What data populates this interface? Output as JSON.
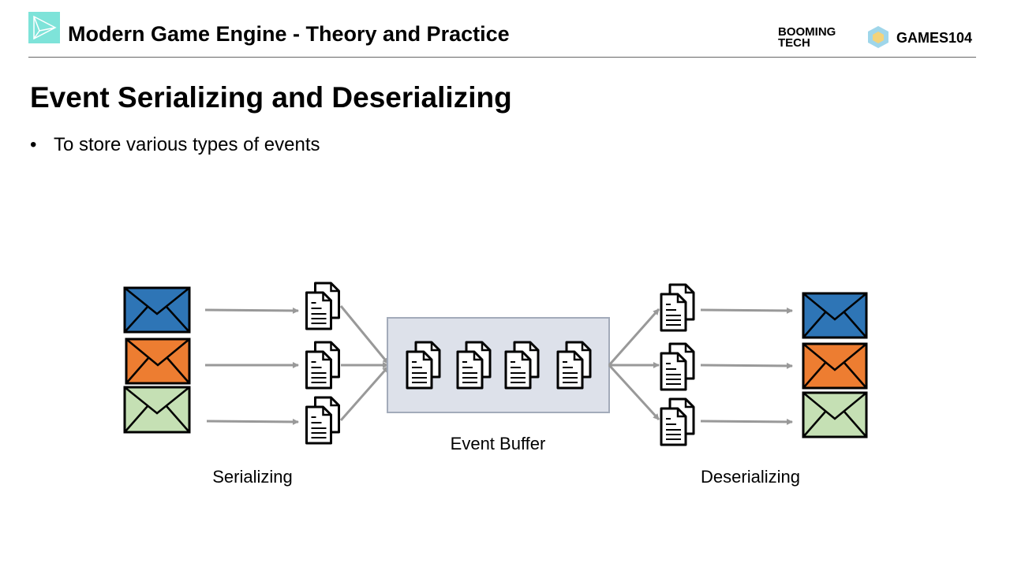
{
  "header": {
    "title": "Modern Game Engine - Theory and Practice",
    "brand_booming": "BOOMING TECH",
    "brand_games": "GAMES104"
  },
  "slide": {
    "title": "Event Serializing and Deserializing",
    "bullets": [
      "To store various types of events"
    ]
  },
  "diagram": {
    "labels": {
      "serializing": "Serializing",
      "buffer": "Event Buffer",
      "deserializing": "Deserializing"
    },
    "colors": {
      "blue": "#2e75b6",
      "orange": "#ed7d31",
      "green": "#c5e0b4",
      "arrow": "#999999",
      "buffer_fill": "#dde1ea"
    }
  }
}
